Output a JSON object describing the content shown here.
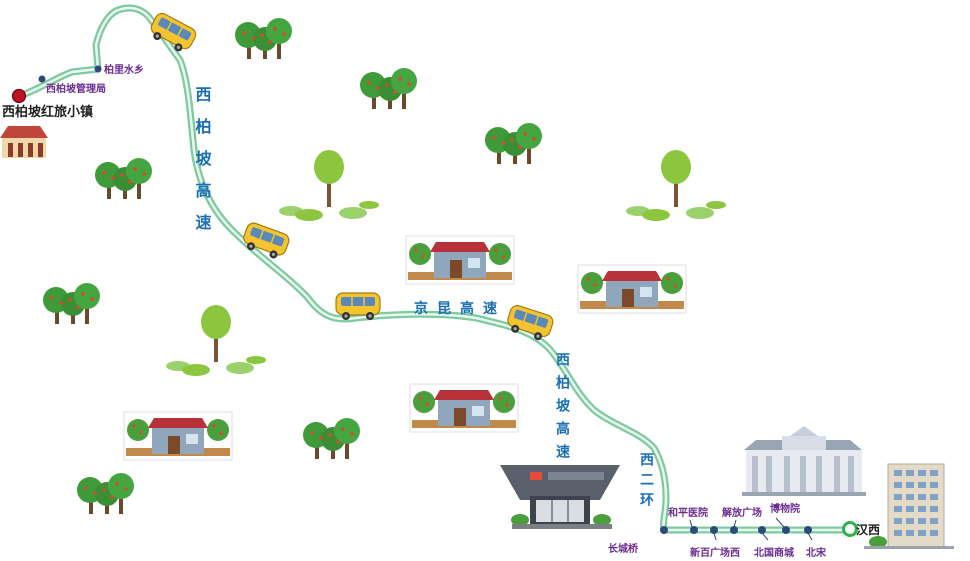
{
  "map": {
    "start": {
      "label": "西柏坡红旅小镇"
    },
    "end": {
      "label": "汉西"
    },
    "stops_north": [
      {
        "label": "西柏坡管理局"
      },
      {
        "label": "柏里水乡"
      }
    ],
    "highway_labels": [
      {
        "text": "西柏坡高速"
      },
      {
        "text": "京昆高速"
      },
      {
        "text": "西柏坡高速"
      },
      {
        "text": "西二环"
      }
    ],
    "city_stops": [
      {
        "label": "长城桥"
      },
      {
        "label": "和平医院"
      },
      {
        "label": "新百广场西"
      },
      {
        "label": "解放广场"
      },
      {
        "label": "北国商城"
      },
      {
        "label": "博物院"
      },
      {
        "label": "北宋"
      }
    ],
    "colors": {
      "route_outer": "#7ec9a0",
      "route_inner": "#e9fbee",
      "label_purple": "#6a2c91",
      "label_blue": "#1a6fb5",
      "start_dot": "#c1121f",
      "end_dot": "#2db34a"
    }
  }
}
